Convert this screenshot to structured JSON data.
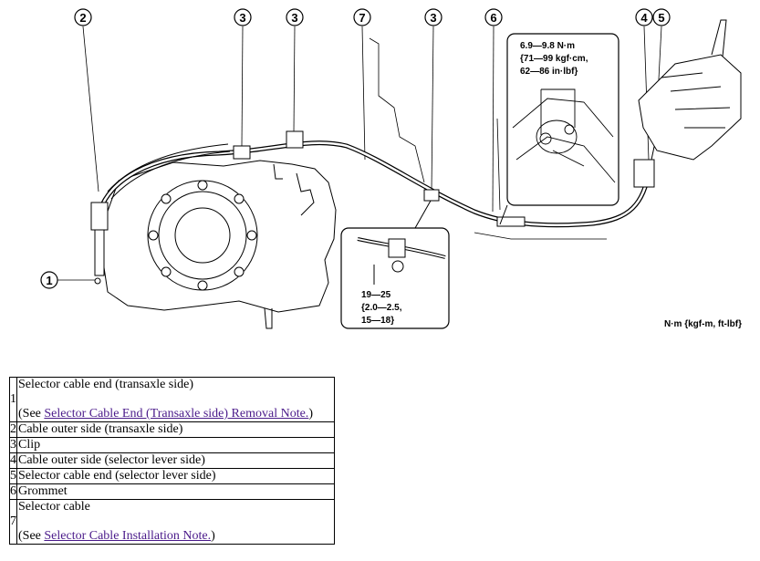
{
  "callouts": [
    "2",
    "3",
    "3",
    "7",
    "3",
    "6",
    "4",
    "5",
    "1"
  ],
  "torque_top": {
    "line1": "6.9—9.8 N·m",
    "line2": "{71—99 kgf·cm,",
    "line3": "62—86 in·lbf}"
  },
  "torque_bottom": {
    "line1": "19—25",
    "line2": "{2.0—2.5,",
    "line3": "15—18}"
  },
  "units_note": "N·m {kgf-m, ft-lbf}",
  "parts": [
    {
      "num": "1",
      "name": "Selector cable end (transaxle side)",
      "see_prefix": "(See ",
      "link": "Selector Cable End (Transaxle side) Removal Note.",
      "see_suffix": ")"
    },
    {
      "num": "2",
      "name": "Cable outer side (transaxle side)"
    },
    {
      "num": "3",
      "name": "Clip"
    },
    {
      "num": "4",
      "name": "Cable outer side (selector lever side)"
    },
    {
      "num": "5",
      "name": "Selector cable end (selector lever side)"
    },
    {
      "num": "6",
      "name": "Grommet"
    },
    {
      "num": "7",
      "name": "Selector cable",
      "see_prefix": "(See ",
      "link": "Selector Cable Installation Note.",
      "see_suffix": ")"
    }
  ]
}
